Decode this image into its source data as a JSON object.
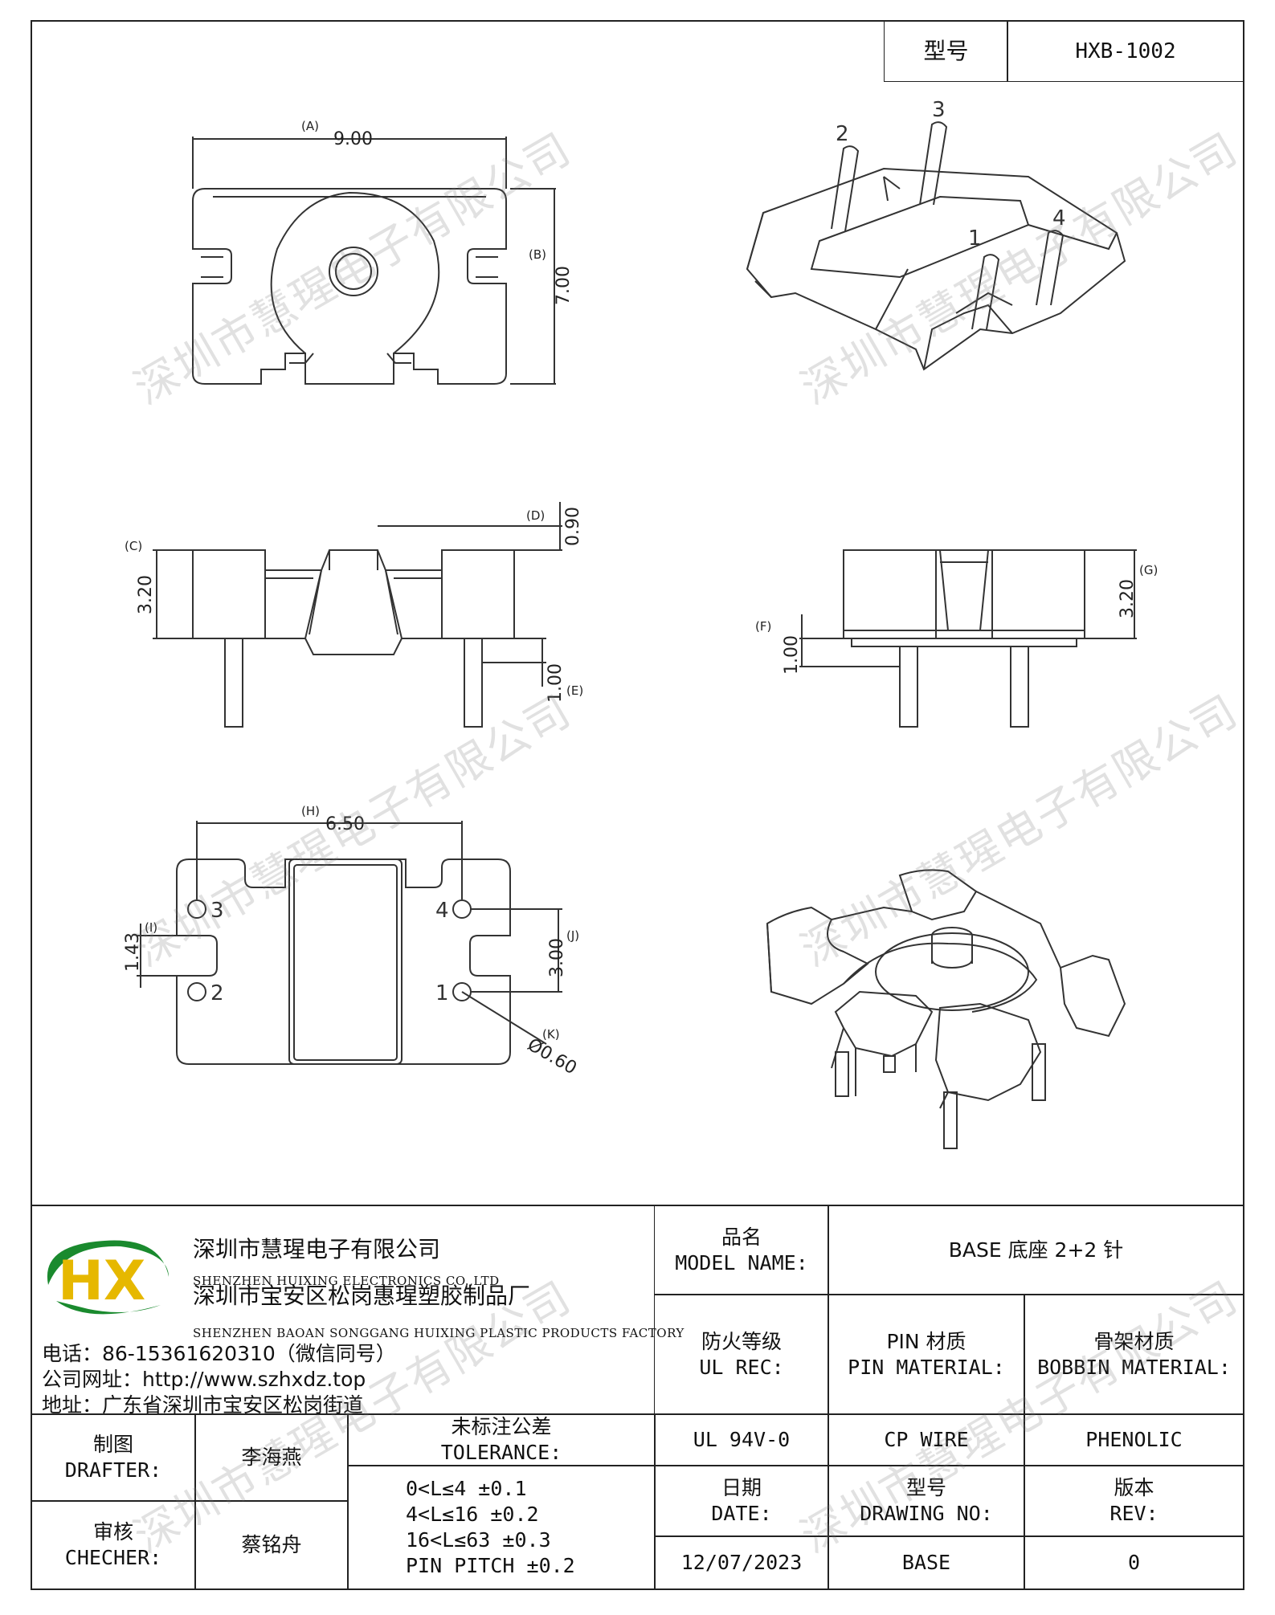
{
  "header": {
    "model_label": "型号",
    "model_value": "HXB-1002"
  },
  "dims": {
    "A": "(A)",
    "A_val": "9.00",
    "B": "(B)",
    "B_val": "7.00",
    "C": "(C)",
    "C_val": "3.20",
    "D": "(D)",
    "D_val": "0.90",
    "E": "(E)",
    "E_val": "1.00",
    "F": "(F)",
    "F_val": "1.00",
    "G": "(G)",
    "G_val": "3.20",
    "H": "(H)",
    "H_val": "6.50",
    "I": "(I)",
    "I_val": "1.43",
    "J": "(J)",
    "J_val": "3.00",
    "K": "(K)",
    "K_val": "Ø0.60"
  },
  "pins": {
    "p1": "1",
    "p2": "2",
    "p3": "3",
    "p4": "4"
  },
  "watermark": "深圳市慧瑆电子有限公司",
  "company": {
    "name_cn": "深圳市慧瑆电子有限公司",
    "name_en": "SHENZHEN HUIXING ELECTRONICS CO.,LTD",
    "factory_cn": "深圳市宝安区松岗惠瑆塑胶制品厂",
    "factory_en": "SHENZHEN BAOAN SONGGANG HUIXING PLASTIC PRODUCTS FACTORY",
    "phone": "电话：86-15361620310（微信同号）",
    "web": "公司网址：http://www.szhxdz.top",
    "address": "地址：广东省深圳市宝安区松岗街道",
    "logo_text": "HX"
  },
  "table": {
    "model_name_cn": "品名",
    "model_name_en": "MODEL NAME:",
    "model_name_value": "BASE 底座 2+2 针",
    "ul_cn": "防火等级",
    "ul_en": "UL REC:",
    "pin_cn": "PIN 材质",
    "pin_en": "PIN MATERIAL:",
    "bobbin_cn": "骨架材质",
    "bobbin_en": "BOBBIN MATERIAL:",
    "ul_value": "UL 94V-0",
    "pin_value": "CP WIRE",
    "bobbin_value": "PHENOLIC",
    "drafter_cn": "制图",
    "drafter_en": "DRAFTER:",
    "drafter_name": "李海燕",
    "checker_cn": "审核",
    "checker_en": "CHECHER:",
    "checker_name": "蔡铭舟",
    "tol_cn": "未标注公差",
    "tol_en": "TOLERANCE:",
    "tol_lines": [
      "0<L≤4  ±0.1",
      "4<L≤16 ±0.2",
      "16<L≤63 ±0.3",
      "PIN PITCH ±0.2"
    ],
    "date_cn": "日期",
    "date_en": "DATE:",
    "date_value": "12/07/2023",
    "dwg_cn": "型号",
    "dwg_en": "DRAWING NO:",
    "dwg_value": "BASE",
    "rev_cn": "版本",
    "rev_en": "REV:",
    "rev_value": "0"
  }
}
